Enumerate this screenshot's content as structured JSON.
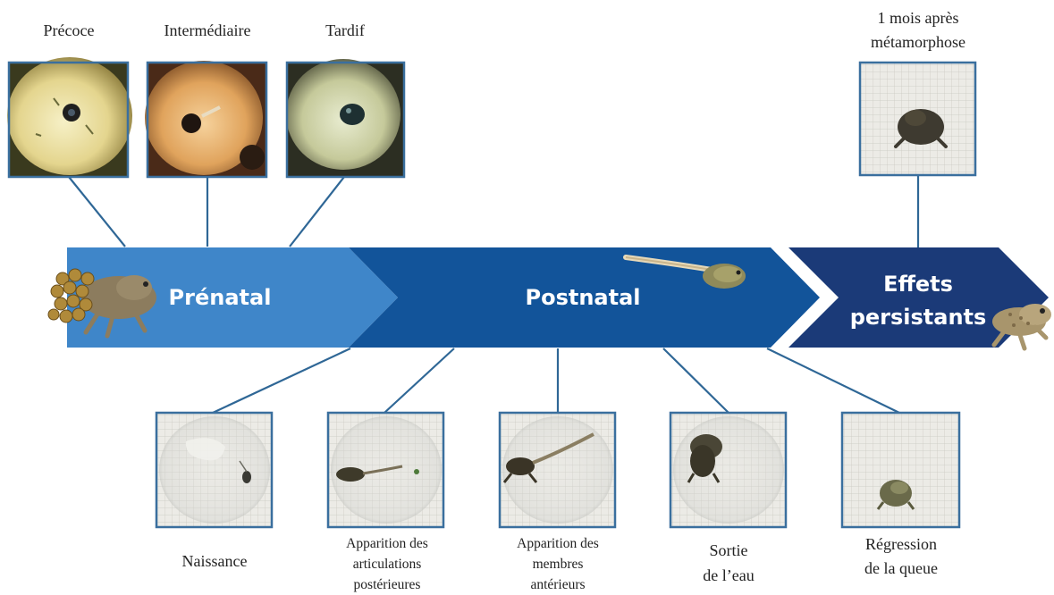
{
  "phases": {
    "prenatal": "Prénatal",
    "postnatal": "Postnatal",
    "persistent_line1": "Effets",
    "persistent_line2": "persistants"
  },
  "prenatal_stages": [
    "Précoce",
    "Intermédiaire",
    "Tardif"
  ],
  "persistent_stage": {
    "line1": "1 mois après",
    "line2": "métamorphose"
  },
  "postnatal_stages": [
    {
      "lines": [
        "Naissance"
      ]
    },
    {
      "lines": [
        "Apparition des",
        "articulations",
        "postérieures"
      ]
    },
    {
      "lines": [
        "Apparition des",
        "membres",
        "antérieurs"
      ]
    },
    {
      "lines": [
        "Sortie",
        "de l’eau"
      ]
    },
    {
      "lines": [
        "Régression",
        "de la queue"
      ]
    }
  ],
  "colors": {
    "prenatal_arrow": "#3f86c9",
    "postnatal_arrow": "#12549a",
    "persistent_arrow": "#1b3a78",
    "frame_border": "#3a6f9e"
  }
}
